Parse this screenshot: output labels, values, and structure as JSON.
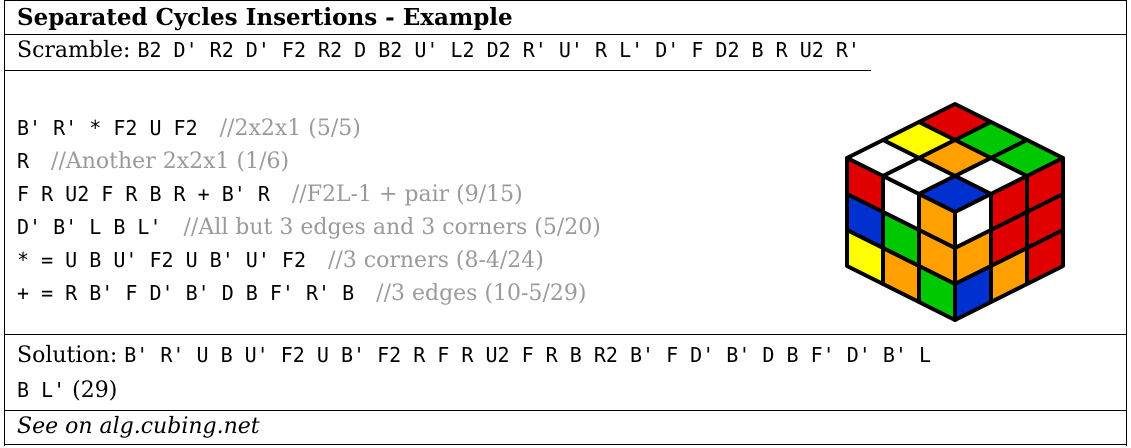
{
  "title": "Separated Cycles Insertions - Example",
  "scramble": {
    "label": "Scramble:",
    "moves": "B2 D' R2 D' F2 R2 D B2 U' L2 D2 R' U' R L' D' F D2 B R U2 R'"
  },
  "steps": [
    {
      "moves": "B' R' * F2 U F2",
      "comment": "//2x2x1 (5/5)"
    },
    {
      "moves": "R",
      "comment": "//Another 2x2x1 (1/6)"
    },
    {
      "moves": "F R U2 F R B R + B' R",
      "comment": "//F2L-1 + pair (9/15)"
    },
    {
      "moves": "D' B' L B L'",
      "comment": "//All but 3 edges and 3 corners (5/20)"
    },
    {
      "moves": "* = U B U' F2 U B' U' F2",
      "comment": "//3 corners (8-4/24)"
    },
    {
      "moves": "+ = R B' F D' B' D B F' R' B",
      "comment": "//3 edges (10-5/29)"
    }
  ],
  "solution": {
    "label": "Solution:",
    "moves_line1": "B' R' U B U' F2 U B' F2 R F R U2 F R B R2 B' F D' B' D B F' D' B' L",
    "moves_line2": "B L'",
    "count": "(29)"
  },
  "link_text": "See on alg.cubing.net",
  "cube": {
    "icon": "rubiks-cube-icon",
    "colors": {
      "white": "#ffffff",
      "yellow": "#ffff00",
      "green": "#00c800",
      "red": "#e00000",
      "orange": "#ffa000",
      "blue": "#0030d0"
    },
    "top": [
      [
        "red",
        "green",
        "green"
      ],
      [
        "yellow",
        "orange",
        "white"
      ],
      [
        "white",
        "white",
        "blue"
      ]
    ],
    "left": [
      [
        "red",
        "white",
        "orange"
      ],
      [
        "blue",
        "green",
        "orange"
      ],
      [
        "yellow",
        "orange",
        "green"
      ]
    ],
    "right": [
      [
        "white",
        "red",
        "red"
      ],
      [
        "orange",
        "red",
        "red"
      ],
      [
        "blue",
        "orange",
        "red"
      ]
    ]
  }
}
